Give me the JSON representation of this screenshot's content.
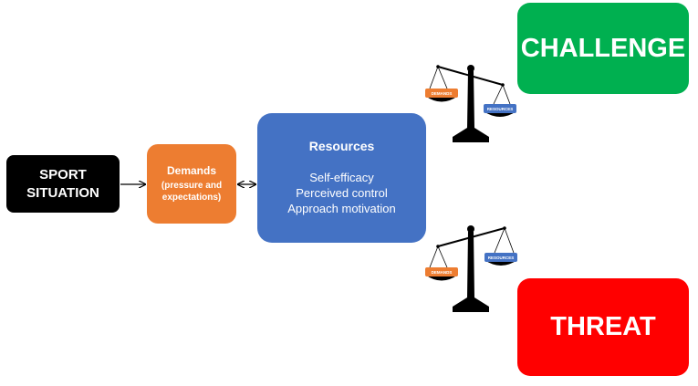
{
  "sport_situation": {
    "line1": "SPORT",
    "line2": "SITUATION"
  },
  "demands": {
    "title": "Demands",
    "sub1": "(pressure and",
    "sub2": "expectations)"
  },
  "resources": {
    "title": "Resources",
    "items": [
      "Self-efficacy",
      "Perceived control",
      "Approach motivation"
    ]
  },
  "challenge": "CHALLENGE",
  "threat": "THREAT",
  "scales": {
    "demands_label": "DEMANDS",
    "resources_label": "RESOURCES"
  },
  "colors": {
    "sport": "#000000",
    "demands": "#ed7d31",
    "resources": "#4472c4",
    "challenge": "#00b050",
    "threat": "#ff0000"
  }
}
